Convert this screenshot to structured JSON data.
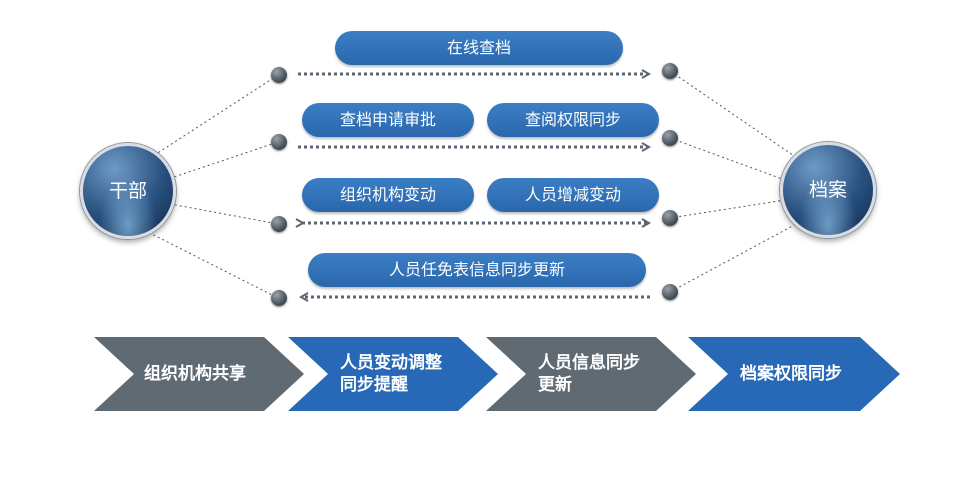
{
  "left_entity": {
    "label": "干部"
  },
  "right_entity": {
    "label": "档案"
  },
  "flow_pills": [
    {
      "id": "online",
      "label": "在线查档"
    },
    {
      "id": "apply",
      "label": "查档申请审批"
    },
    {
      "id": "perm",
      "label": "查阅权限同步"
    },
    {
      "id": "org",
      "label": "组织机构变动"
    },
    {
      "id": "staff",
      "label": "人员增减变动"
    },
    {
      "id": "appoint",
      "label": "人员任免表信息同步更新"
    }
  ],
  "process_steps": [
    {
      "label": "组织机构共享"
    },
    {
      "label": "人员变动调整同步提醒"
    },
    {
      "label": "人员信息同步更新"
    },
    {
      "label": "档案权限同步"
    }
  ],
  "colors": {
    "accent_blue": "#2769b6",
    "step_gray": "#5f6a72",
    "arrow_gray": "#5c6670"
  }
}
